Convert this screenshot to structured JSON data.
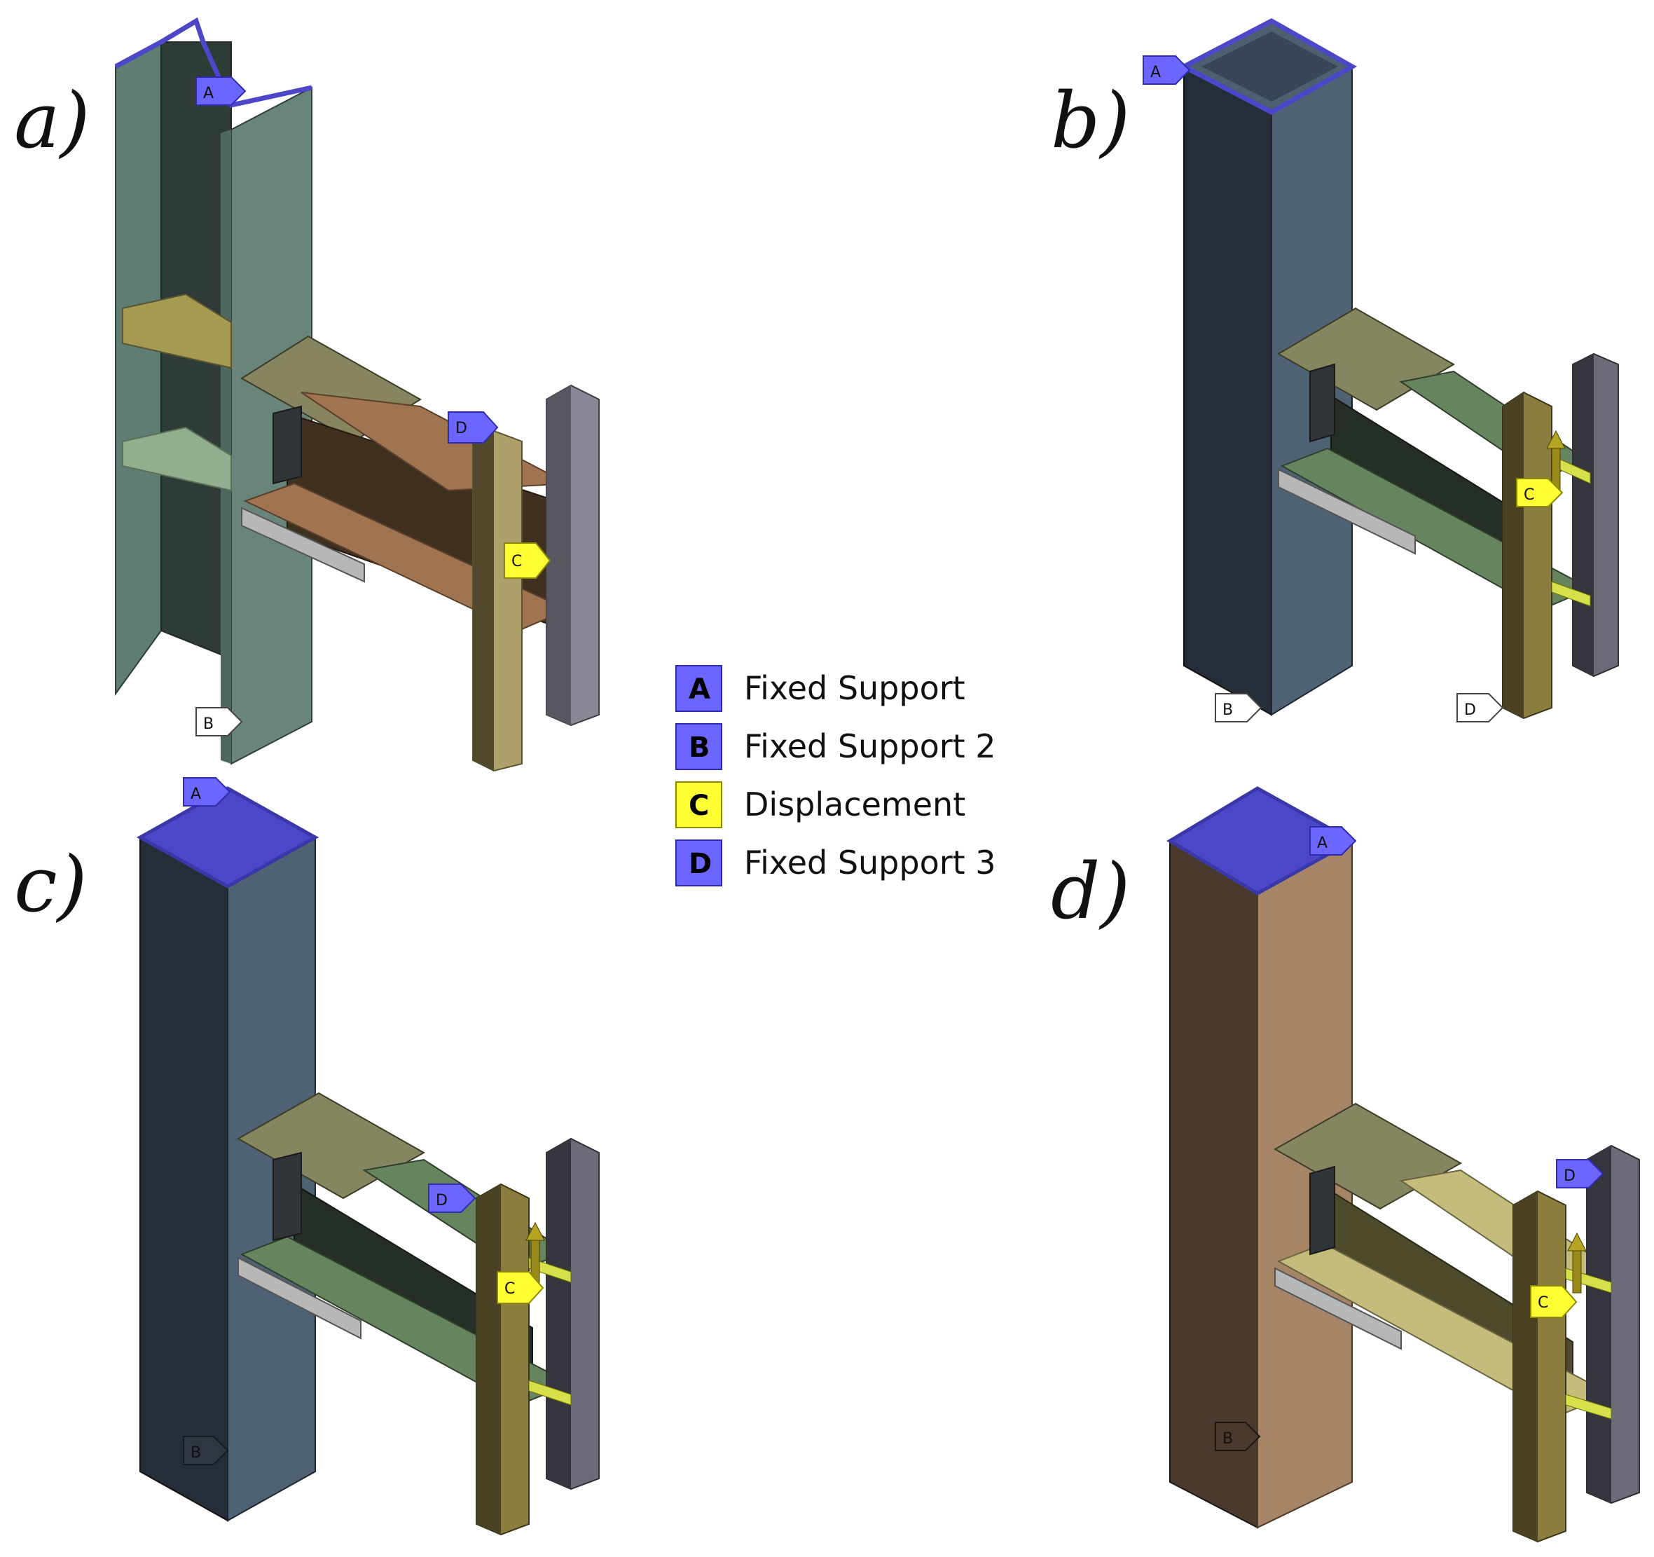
{
  "panels": [
    {
      "id": "a",
      "label": "a)",
      "tags": [
        "A",
        "B",
        "C",
        "D"
      ]
    },
    {
      "id": "b",
      "label": "b)",
      "tags": [
        "A",
        "B",
        "C",
        "D"
      ]
    },
    {
      "id": "c",
      "label": "c)",
      "tags": [
        "A",
        "B",
        "C",
        "D"
      ]
    },
    {
      "id": "d",
      "label": "d)",
      "tags": [
        "A",
        "B",
        "C",
        "D"
      ]
    }
  ],
  "legend": [
    {
      "key": "A",
      "label": "Fixed Support",
      "color": "#6b66ff"
    },
    {
      "key": "B",
      "label": "Fixed Support 2",
      "color": "#6b66ff"
    },
    {
      "key": "C",
      "label": "Displacement",
      "color": "#ffff33"
    },
    {
      "key": "D",
      "label": "Fixed Support 3",
      "color": "#6b66ff"
    }
  ],
  "colors": {
    "support_tag": "#6b66ff",
    "displacement_tag": "#ffff33",
    "inactive_tag": "#ffffff",
    "fixed_face": "#4b47c8"
  }
}
